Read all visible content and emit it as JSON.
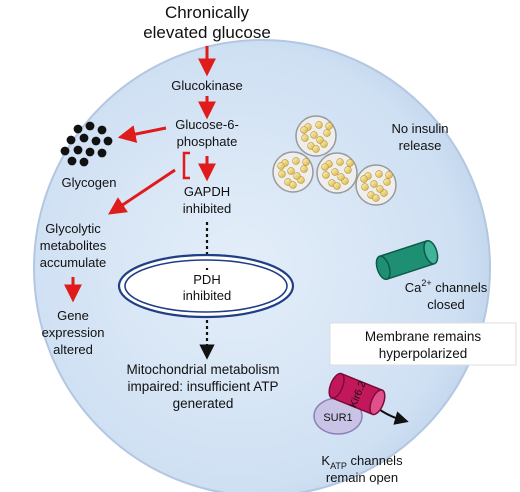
{
  "title": {
    "line1": "Chronically",
    "line2": "elevated glucose"
  },
  "nodes": {
    "glucokinase": "Glucokinase",
    "g6p_line1": "Glucose-6-",
    "g6p_line2": "phosphate",
    "glycogen": "Glycogen",
    "gapdh_line1": "GAPDH",
    "gapdh_line2": "inhibited",
    "glycolytic_line1": "Glycolytic",
    "glycolytic_line2": "metabolites",
    "glycolytic_line3": "accumulate",
    "gene_line1": "Gene",
    "gene_line2": "expression",
    "gene_line3": "altered",
    "pdh_line1": "PDH",
    "pdh_line2": "inhibited",
    "mito_line1": "Mitochondrial metabolism",
    "mito_line2": "impaired: insufficient ATP",
    "mito_line3": "generated"
  },
  "insulin": {
    "line1": "No insulin",
    "line2": "release"
  },
  "calcium": {
    "prefix": "Ca",
    "superscript": "2+",
    "suffix": " channels",
    "line2": "closed"
  },
  "membrane_box": {
    "line1": "Membrane remains",
    "line2": "hyperpolarized"
  },
  "katp": {
    "kir_label": "Kir6.2",
    "sur_label": "SUR1",
    "prefix": "K",
    "subscript": "ATP",
    "suffix": " channels",
    "line2": "remain open"
  },
  "colors": {
    "cell_fill": "#cfe0f3",
    "cell_edge": "#b9cde6",
    "arrow_red": "#e01b1b",
    "granule_fill": "#e8c95f",
    "vesicle_fill": "#eeeeee",
    "kir_fill": "#c2185b",
    "sur_fill": "#c9c4e6",
    "ca_channel_fill": "#1f8f74",
    "mito_stroke": "#1f3e86"
  }
}
